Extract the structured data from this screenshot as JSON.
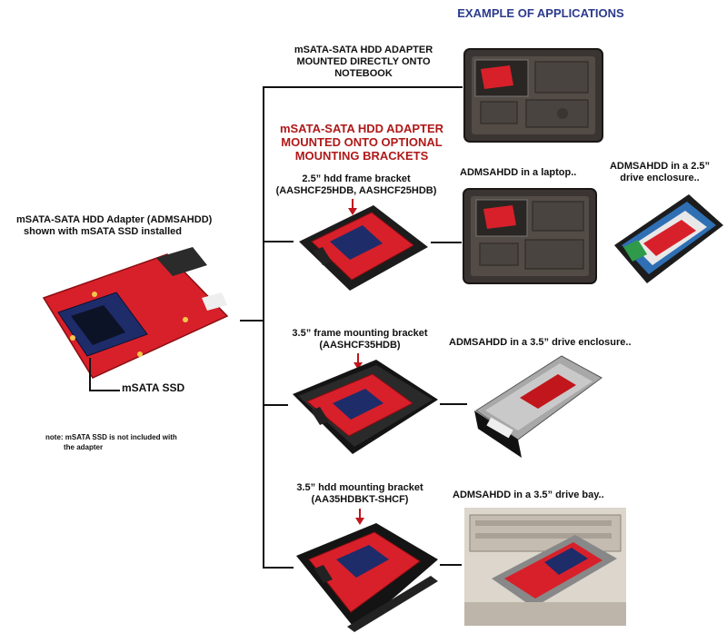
{
  "header": {
    "title": "EXAMPLE OF APPLICATIONS",
    "title_color": "#2b3a8c"
  },
  "main_product": {
    "title_line1": "mSATA-SATA HDD Adapter (ADMSAHDD)",
    "title_line2": "shown with mSATA SSD installed",
    "ssd_label": "mSATA SSD",
    "note_line1": "note: mSATA SSD is not included with",
    "note_line2": "the adapter"
  },
  "direct_mount": {
    "line1": "mSATA-SATA HDD ADAPTER",
    "line2": "MOUNTED DIRECTLY ONTO",
    "line3": "NOTEBOOK"
  },
  "optional_brackets": {
    "line1": "mSATA-SATA HDD ADAPTER",
    "line2": "MOUNTED ONTO OPTIONAL",
    "line3": "MOUNTING BRACKETS",
    "color": "#b01818"
  },
  "rows": [
    {
      "bracket_line1": "2.5” hdd frame bracket",
      "bracket_line2": "(AASHCF25HDB, AASHCF25HDB)",
      "app_label": "ADMSAHDD in a laptop..",
      "app2_line1": "ADMSAHDD in a 2.5”",
      "app2_line2": "drive enclosure.."
    },
    {
      "bracket_line1": "3.5” frame mounting bracket",
      "bracket_line2": "(AASHCF35HDB)",
      "app_label": "ADMSAHDD in a 3.5” drive enclosure.."
    },
    {
      "bracket_line1": "3.5” hdd mounting bracket",
      "bracket_line2": "(AA35HDBKT-SHCF)",
      "app_label": "ADMSAHDD in a 3.5” drive bay.."
    }
  ],
  "colors": {
    "pcb_red": "#d8202a",
    "metal_black": "#1c1c1c",
    "arrow_red": "#c0161c"
  }
}
